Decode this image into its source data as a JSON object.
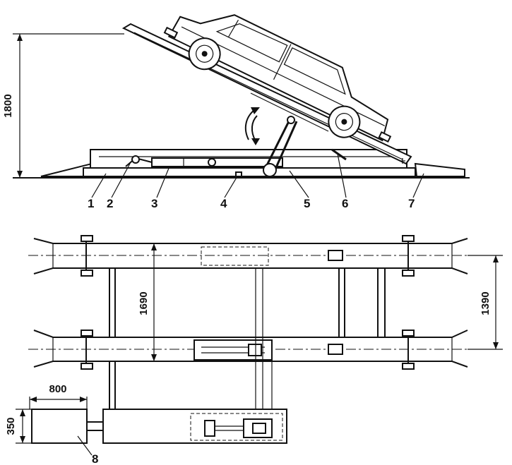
{
  "labels": {
    "l1": "1",
    "l2": "2",
    "l3": "3",
    "l4": "4",
    "l5": "5",
    "l6": "6",
    "l7": "7",
    "l8": "8"
  },
  "dimensions": {
    "height": "1800",
    "inner_width": "1690",
    "outer_width": "1390",
    "unit_width": "800",
    "unit_height": "350"
  },
  "icons": {
    "rotation": "curved-double-arrow-icon"
  }
}
